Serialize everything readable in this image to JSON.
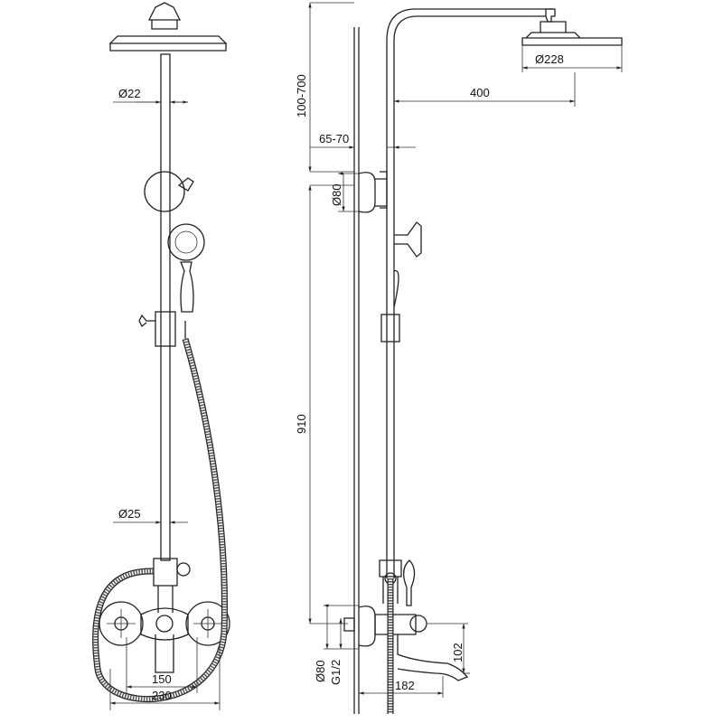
{
  "front_view": {
    "dim_rod_top": "Ø22",
    "dim_rod_bottom": "Ø25",
    "dim_inner_width": "150",
    "dim_outer_width": "230"
  },
  "side_view": {
    "dim_adjust": "100-700",
    "dim_wall_offset": "65-70",
    "dim_bracket": "Ø80",
    "dim_height": "910",
    "dim_head": "Ø228",
    "dim_arm": "400",
    "dim_flange": "Ø80",
    "dim_thread": "G1/2",
    "dim_spout_height": "102",
    "dim_spout_reach": "182"
  }
}
